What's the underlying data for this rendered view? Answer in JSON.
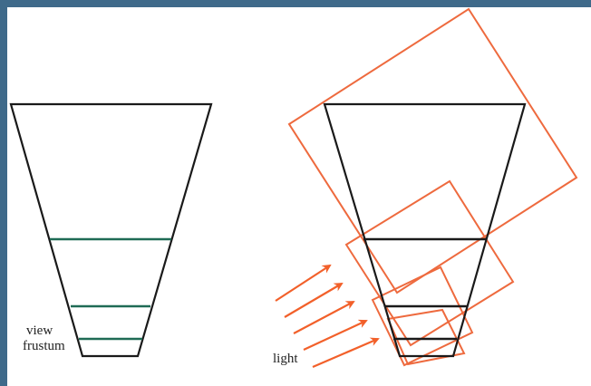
{
  "labels": {
    "view_line1": "view",
    "view_line2": "frustum",
    "light": "light"
  },
  "colors": {
    "frame": "#3f6a8a",
    "frustum": "#1a1a1a",
    "split": "#1f6b55",
    "box": "#ee6a3e",
    "arrow": "#f2602a"
  }
}
